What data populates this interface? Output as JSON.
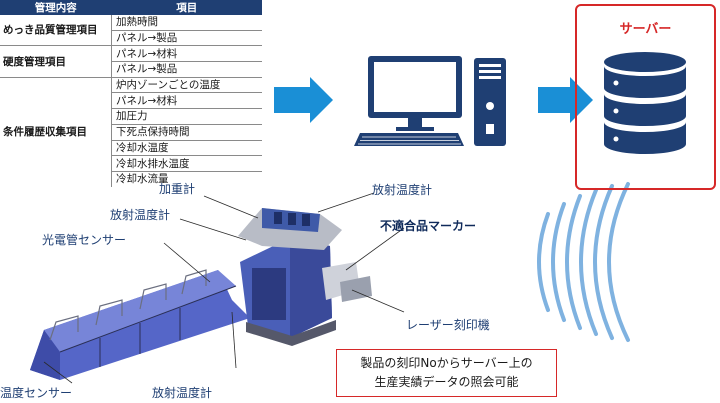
{
  "table": {
    "headers": {
      "category": "管理内容",
      "item": "項目"
    },
    "groups": [
      {
        "name": "めっき品質管理項目",
        "items": [
          "加熱時間",
          "パネル→製品"
        ]
      },
      {
        "name": "硬度管理項目",
        "items": [
          "パネル→材料",
          "パネル→製品"
        ]
      },
      {
        "name": "条件履歴収集項目",
        "items": [
          "炉内ゾーンごとの温度",
          "パネル→材料",
          "加圧力",
          "下死点保持時間",
          "冷却水温度",
          "冷却水排水温度",
          "冷却水流量"
        ]
      }
    ]
  },
  "server": {
    "title": "サーバー"
  },
  "machine_labels": {
    "load_meter": "加重計",
    "radiation_thermometer_left": "放射温度計",
    "photoelectric_sensor": "光電管センサー",
    "temperature_sensor": "温度センサー",
    "radiation_thermometer_bottom": "放射温度計",
    "radiation_thermometer_right": "放射温度計",
    "defect_marker": "不適合品マーカー",
    "laser_marker": "レーザー刻印機"
  },
  "note": {
    "line1": "製品の刻印Noからサーバー上の",
    "line2": "生産実績データの照会可能"
  },
  "colors": {
    "table_header": "#1f3f73",
    "arrow": "#1a8fd6",
    "server_border": "#d62828",
    "icon": "#1f3f73",
    "wireless": "#7fb2e0",
    "machine_blue": "#5566c8"
  }
}
